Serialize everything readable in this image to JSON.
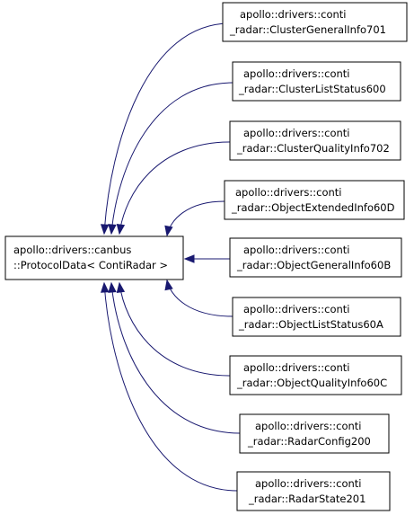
{
  "base": {
    "line1": "apollo::drivers::canbus",
    "line2": "::ProtocolData< ContiRadar >"
  },
  "derived": [
    {
      "line1": "apollo::drivers::conti",
      "line2": "_radar::ClusterGeneralInfo701"
    },
    {
      "line1": "apollo::drivers::conti",
      "line2": "_radar::ClusterListStatus600"
    },
    {
      "line1": "apollo::drivers::conti",
      "line2": "_radar::ClusterQualityInfo702"
    },
    {
      "line1": "apollo::drivers::conti",
      "line2": "_radar::ObjectExtendedInfo60D"
    },
    {
      "line1": "apollo::drivers::conti",
      "line2": "_radar::ObjectGeneralInfo60B"
    },
    {
      "line1": "apollo::drivers::conti",
      "line2": "_radar::ObjectListStatus60A"
    },
    {
      "line1": "apollo::drivers::conti",
      "line2": "_radar::ObjectQualityInfo60C"
    },
    {
      "line1": "apollo::drivers::conti",
      "line2": "_radar::RadarConfig200"
    },
    {
      "line1": "apollo::drivers::conti",
      "line2": "_radar::RadarState201"
    }
  ],
  "colors": {
    "edge": "#191970",
    "box_border": "#000000",
    "background": "#ffffff"
  }
}
